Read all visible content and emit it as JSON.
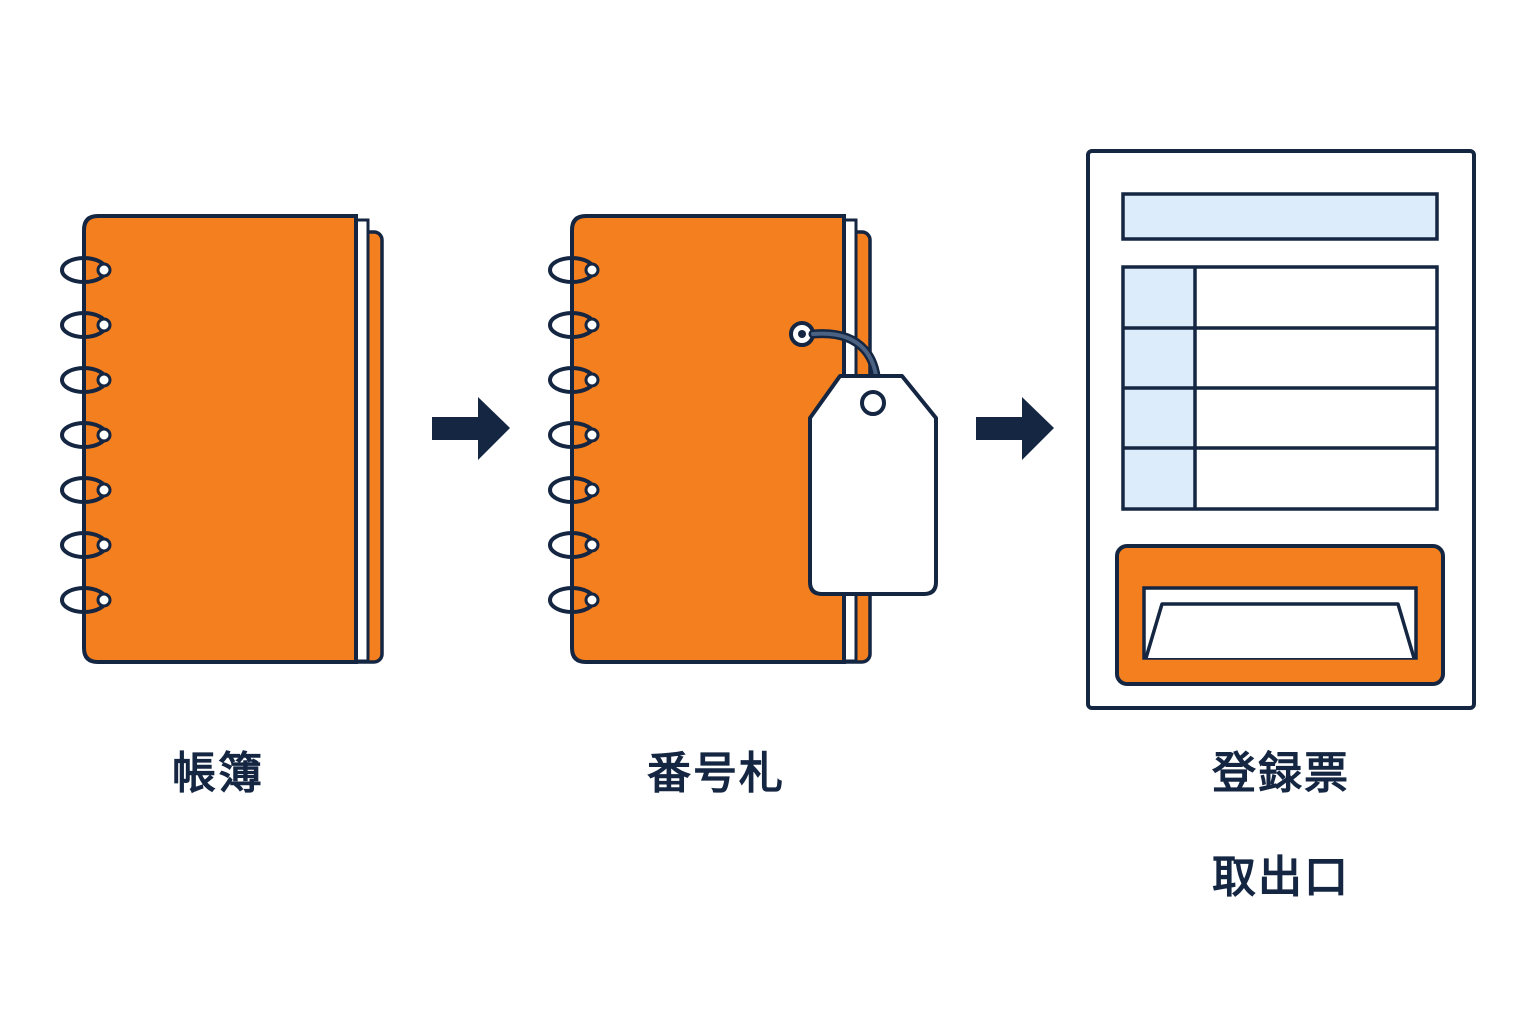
{
  "colors": {
    "outline": "#142642",
    "cover": "#f47f1e",
    "paper": "#ffffff",
    "tint": "#dcecfb"
  },
  "icons": {
    "step1": "spiral-notebook-icon",
    "step2": "notebook-with-tag-icon",
    "step3": "registration-form-with-tray-icon",
    "connector": "right-arrow-icon"
  },
  "steps": [
    {
      "label": "帳簿"
    },
    {
      "label": "番号札"
    },
    {
      "label": "登録票",
      "sublabel": "取出口"
    }
  ]
}
